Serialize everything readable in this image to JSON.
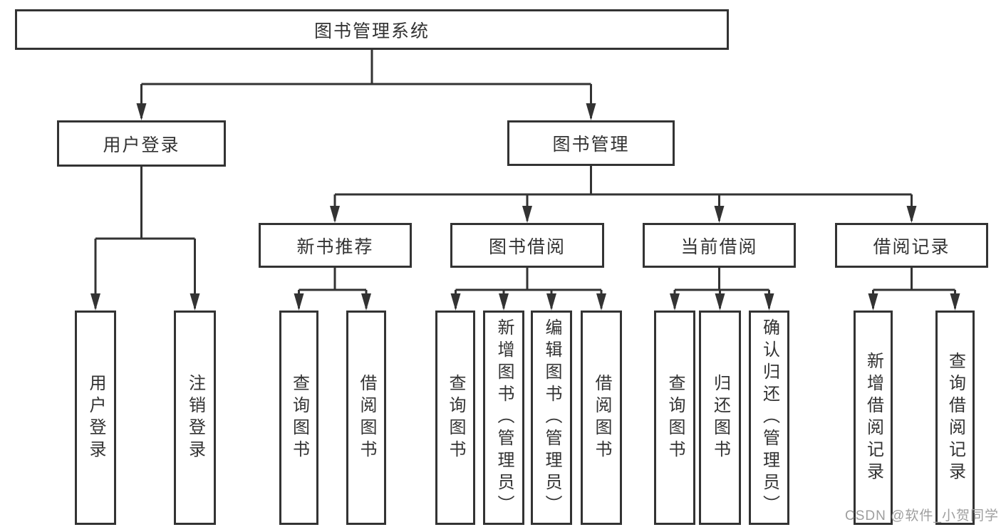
{
  "nodes": {
    "root": "图书管理系统",
    "level1": [
      "用户登录",
      "图书管理"
    ],
    "level2": [
      "新书推荐",
      "图书借阅",
      "当前借阅",
      "借阅记录"
    ],
    "leaves": {
      "user_login": [
        "用户登录",
        "注销登录"
      ],
      "new_book": [
        "查询图书",
        "借阅图书"
      ],
      "book_borrow": [
        "查询图书",
        "新增图书（管理员）",
        "编辑图书（管理员）",
        "借阅图书"
      ],
      "current_borrow": [
        "查询图书",
        "归还图书",
        "确认归还（管理员）"
      ],
      "borrow_record": [
        "新增借阅记录",
        "查询借阅记录"
      ]
    }
  },
  "watermark": "CSDN @软件_小贺同学",
  "colors": {
    "line": "#333333",
    "text": "#333333",
    "box_background": "#ffffff",
    "watermark": "#9e9e9e",
    "background": "#ffffff"
  }
}
